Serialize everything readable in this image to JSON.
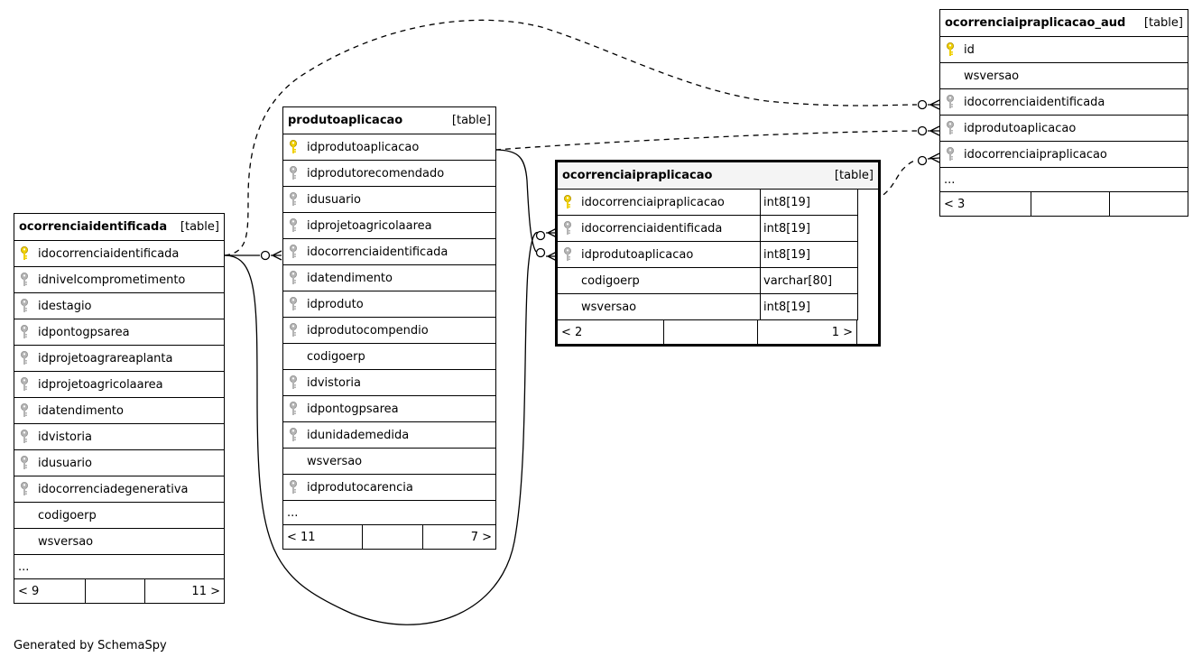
{
  "footer_text": "Generated by SchemaSpy",
  "colors": {
    "primary_key": "#f0d000",
    "foreign_key": "#b4b4b4",
    "focus_header": "#f4f4f4"
  },
  "tables": {
    "ocorrenciaidentificada": {
      "name": "ocorrenciaidentificada",
      "type": "[table]",
      "columns": [
        {
          "name": "idocorrenciaidentificada",
          "icon": "primary-key-icon"
        },
        {
          "name": "idnivelcomprometimento",
          "icon": "foreign-key-icon"
        },
        {
          "name": "idestagio",
          "icon": "foreign-key-icon"
        },
        {
          "name": "idpontogpsarea",
          "icon": "foreign-key-icon"
        },
        {
          "name": "idprojetoagrareaplanta",
          "icon": "foreign-key-icon"
        },
        {
          "name": "idprojetoagricolaarea",
          "icon": "foreign-key-icon"
        },
        {
          "name": "idatendimento",
          "icon": "foreign-key-icon"
        },
        {
          "name": "idvistoria",
          "icon": "foreign-key-icon"
        },
        {
          "name": "idusuario",
          "icon": "foreign-key-icon"
        },
        {
          "name": "idocorrenciadegenerativa",
          "icon": "foreign-key-icon"
        },
        {
          "name": "codigoerp",
          "icon": ""
        },
        {
          "name": "wsversao",
          "icon": ""
        }
      ],
      "more": "...",
      "foot_left": "< 9",
      "foot_mid": "",
      "foot_right": "11 >"
    },
    "produtoaplicacao": {
      "name": "produtoaplicacao",
      "type": "[table]",
      "columns": [
        {
          "name": "idprodutoaplicacao",
          "icon": "primary-key-icon"
        },
        {
          "name": "idprodutorecomendado",
          "icon": "foreign-key-icon"
        },
        {
          "name": "idusuario",
          "icon": "foreign-key-icon"
        },
        {
          "name": "idprojetoagricolaarea",
          "icon": "foreign-key-icon"
        },
        {
          "name": "idocorrenciaidentificada",
          "icon": "foreign-key-icon"
        },
        {
          "name": "idatendimento",
          "icon": "foreign-key-icon"
        },
        {
          "name": "idproduto",
          "icon": "foreign-key-icon"
        },
        {
          "name": "idprodutocompendio",
          "icon": "foreign-key-icon"
        },
        {
          "name": "codigoerp",
          "icon": ""
        },
        {
          "name": "idvistoria",
          "icon": "foreign-key-icon"
        },
        {
          "name": "idpontogpsarea",
          "icon": "foreign-key-icon"
        },
        {
          "name": "idunidademedida",
          "icon": "foreign-key-icon"
        },
        {
          "name": "wsversao",
          "icon": ""
        },
        {
          "name": "idprodutocarencia",
          "icon": "foreign-key-icon"
        }
      ],
      "more": "...",
      "foot_left": "< 11",
      "foot_mid": "",
      "foot_right": "7 >"
    },
    "ocorrenciaipraplicacao": {
      "name": "ocorrenciaipraplicacao",
      "type": "[table]",
      "columns": [
        {
          "name": "idocorrenciaipraplicacao",
          "icon": "primary-key-icon",
          "dtype": "int8[19]"
        },
        {
          "name": "idocorrenciaidentificada",
          "icon": "foreign-key-icon",
          "dtype": "int8[19]"
        },
        {
          "name": "idprodutoaplicacao",
          "icon": "foreign-key-icon",
          "dtype": "int8[19]"
        },
        {
          "name": "codigoerp",
          "icon": "",
          "dtype": "varchar[80]"
        },
        {
          "name": "wsversao",
          "icon": "",
          "dtype": "int8[19]"
        }
      ],
      "foot_left": "< 2",
      "foot_mid": "",
      "foot_right": "1 >"
    },
    "ocorrenciaipraplicacao_aud": {
      "name": "ocorrenciaipraplicacao_aud",
      "type": "[table]",
      "columns": [
        {
          "name": "id",
          "icon": "primary-key-icon"
        },
        {
          "name": "wsversao",
          "icon": ""
        },
        {
          "name": "idocorrenciaidentificada",
          "icon": "foreign-key-icon"
        },
        {
          "name": "idprodutoaplicacao",
          "icon": "foreign-key-icon"
        },
        {
          "name": "idocorrenciaipraplicacao",
          "icon": "foreign-key-icon"
        }
      ],
      "more": "...",
      "foot_left": "< 3",
      "foot_mid": "",
      "foot_right": ""
    }
  }
}
